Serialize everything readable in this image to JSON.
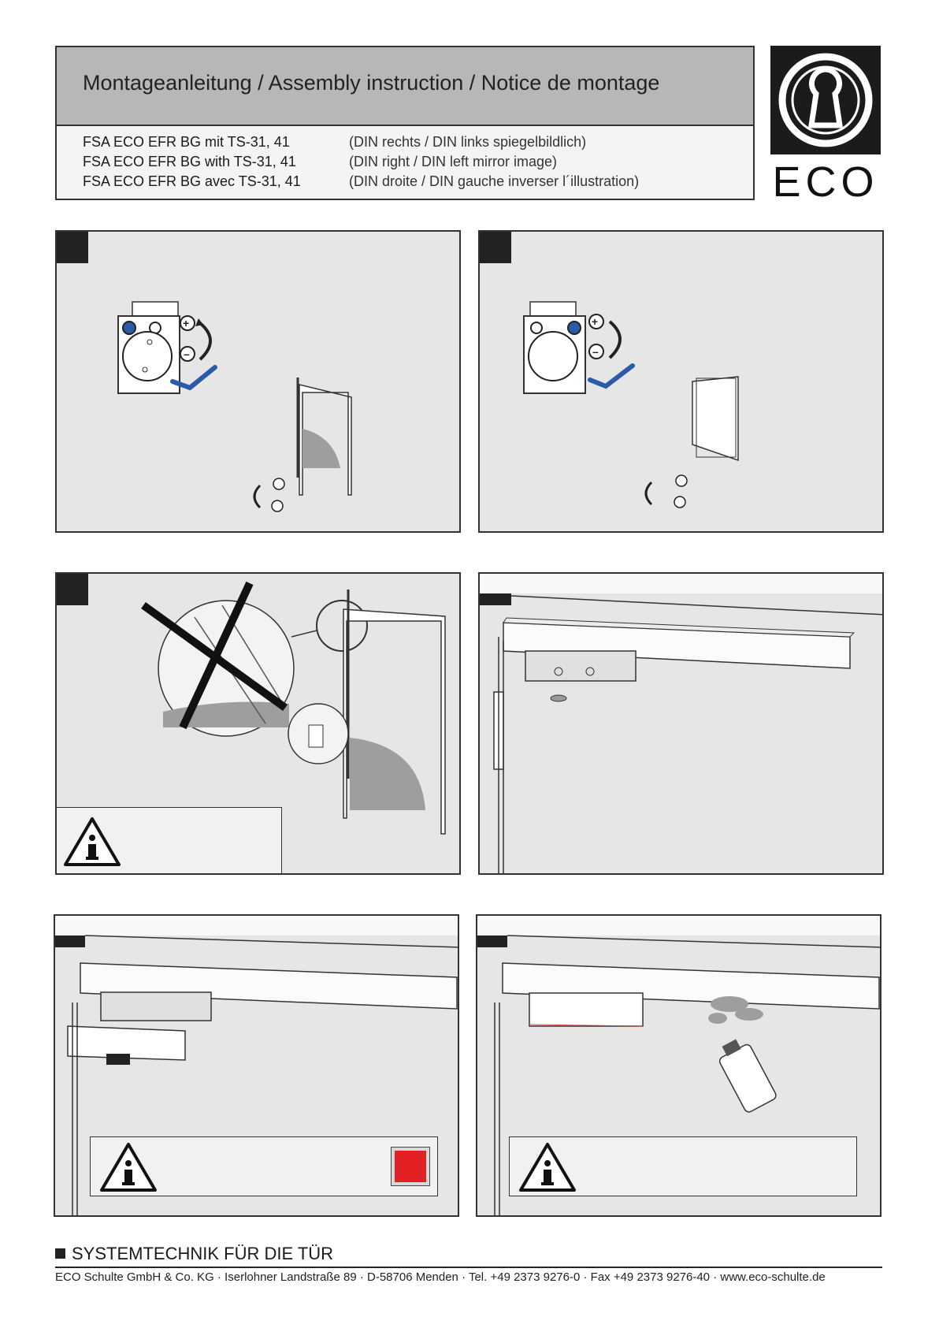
{
  "header": {
    "title": "Montageanleitung / Assembly instruction / Notice de montage",
    "products": [
      {
        "name": "FSA ECO EFR BG mit TS-31, 41",
        "note": "(DIN rechts / DIN links spiegelbildlich)"
      },
      {
        "name": "FSA ECO EFR BG with TS-31, 41",
        "note": "(DIN right / DIN left mirror image)"
      },
      {
        "name": "FSA ECO EFR BG avec TS-31, 41",
        "note": "(DIN droite / DIN gauche inverser l´illustration)"
      }
    ]
  },
  "logo": {
    "text": "ECO",
    "icon": "keyhole-icon"
  },
  "panels": [
    {
      "id": "adjust-closer-left",
      "icon": "adjust-screw-icon"
    },
    {
      "id": "adjust-closer-right",
      "icon": "adjust-screw-icon"
    },
    {
      "id": "door-position-check",
      "icon": "info-warning-icon"
    },
    {
      "id": "mount-slide-rail",
      "icon": "slide-rail-icon"
    },
    {
      "id": "attach-cover",
      "icon": "info-warning-icon"
    },
    {
      "id": "spray-cleaning",
      "icon": "spray-can-icon"
    }
  ],
  "footer": {
    "tagline": "SYSTEMTECHNIK FÜR DIE TÜR",
    "address": "ECO Schulte GmbH & Co. KG · Iserlohner Landstraße 89 · D-58706 Menden · Tel. +49 2373 9276-0 · Fax +49 2373 9276-40 · www.eco-schulte.de"
  },
  "colors": {
    "accent_blue": "#2a5aa8",
    "panel_bg": "#e6e6e6",
    "header_band": "#b7b7b7",
    "stop_red": "#e32024"
  }
}
